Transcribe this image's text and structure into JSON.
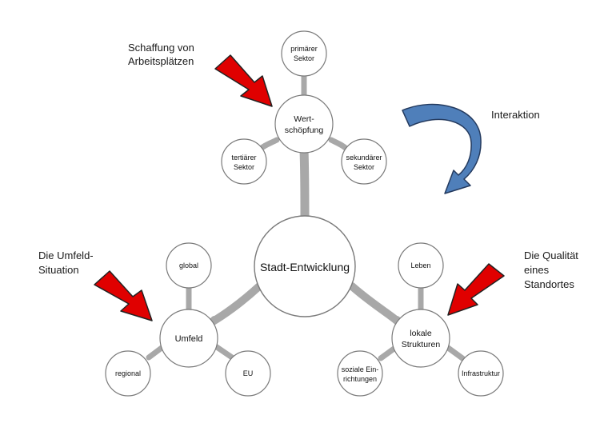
{
  "colors": {
    "node_stroke": "#7a7a7a",
    "connector": "#a8a8a8",
    "red_arrow": "#e00000",
    "blue_arrow": "#4f7fba"
  },
  "nodes": {
    "center": "Stadt-Entwicklung",
    "wertschoepfung": [
      "Wert-",
      "schöpfung"
    ],
    "primaer": [
      "primärer",
      "Sektor"
    ],
    "tertiaer": [
      "tertiärer",
      "Sektor"
    ],
    "sekundaer": [
      "sekundärer",
      "Sektor"
    ],
    "umfeld": "Umfeld",
    "global": "global",
    "regional": "regional",
    "eu": "EU",
    "lokale": [
      "lokale",
      "Strukturen"
    ],
    "leben": "Leben",
    "soziale": [
      "soziale Ein-",
      "richtungen"
    ],
    "infrastruktur": "Infrastruktur"
  },
  "annotations": {
    "arbeitsplaetze": [
      "Schaffung von",
      "Arbeitsplätzen"
    ],
    "interaktion": "Interaktion",
    "umfeld_situation": [
      "Die Umfeld-",
      "Situation"
    ],
    "qualitaet": [
      "Die Qualität",
      "eines",
      "Standortes"
    ]
  }
}
